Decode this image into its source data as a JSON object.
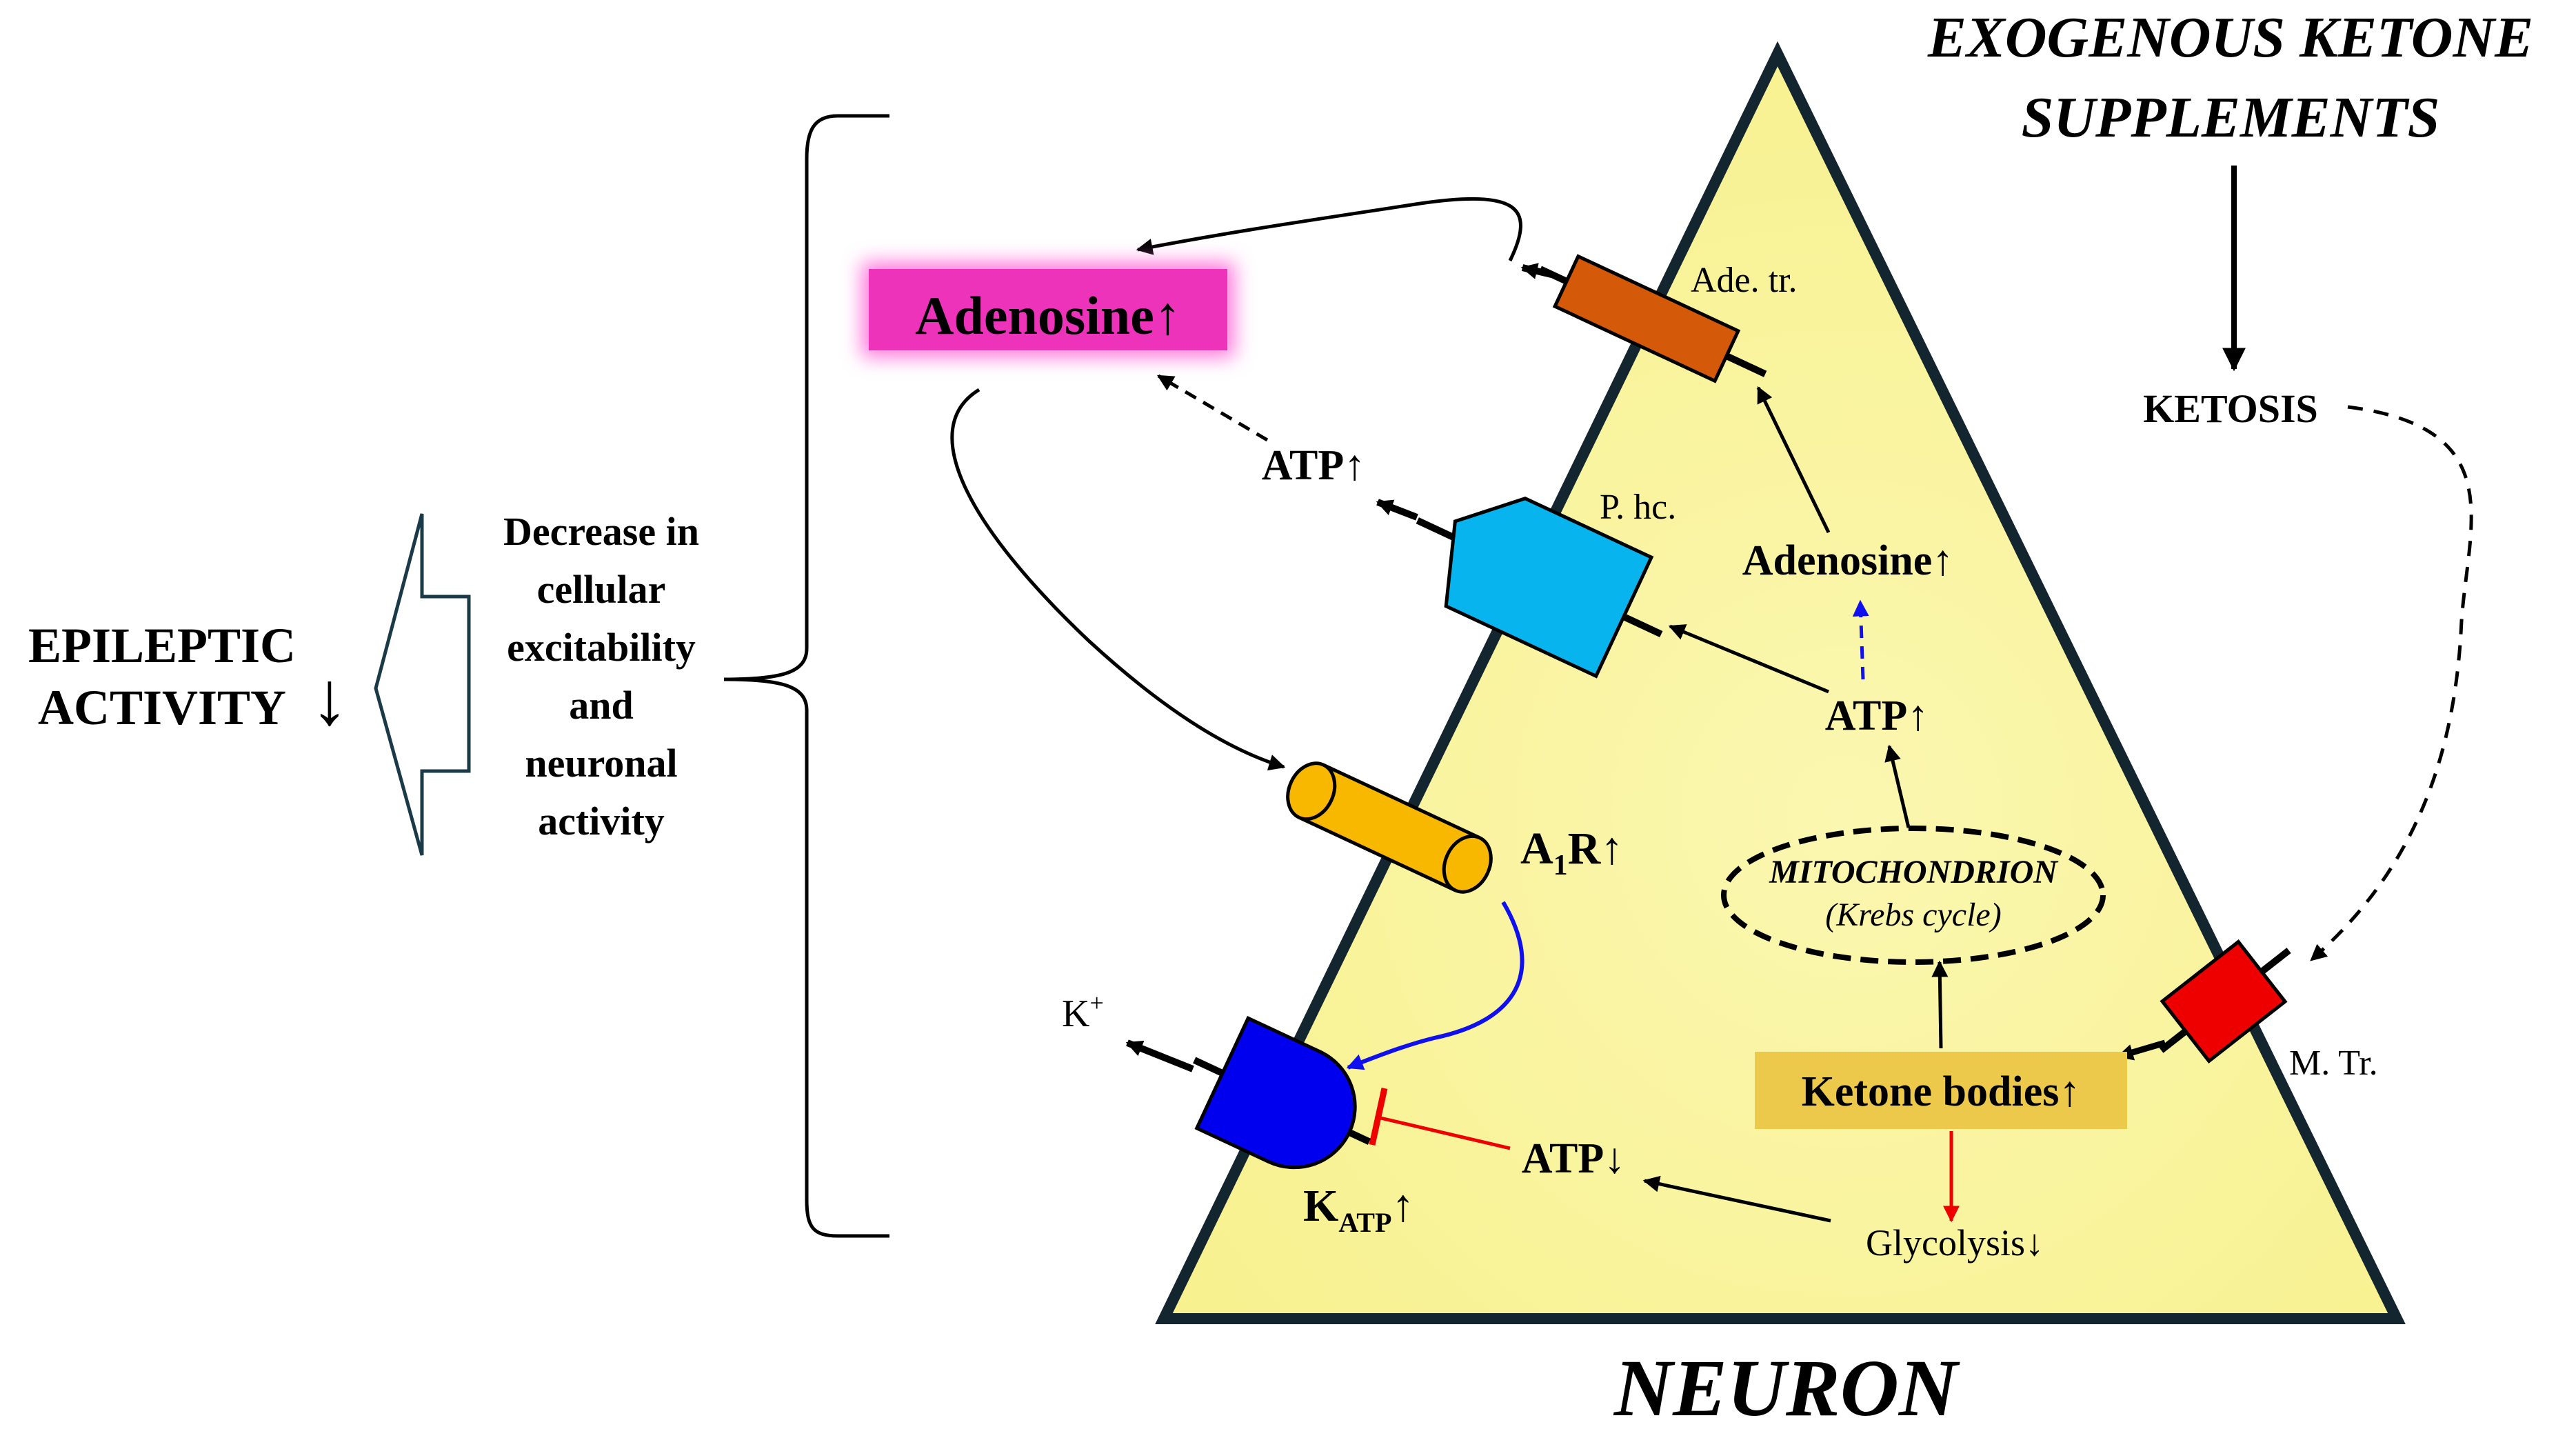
{
  "title": {
    "line1": "EXOGENOUS KETONE",
    "line2": "SUPPLEMENTS"
  },
  "neuron_label": "NEURON",
  "ketosis": "KETOSIS",
  "transporters": {
    "adenosine_transporter": "Ade. tr.",
    "pannexin_hemichannel": "P. hc.",
    "monocarboxylate_transporter": "M. Tr."
  },
  "inside": {
    "adenosine": "Adenosine↑",
    "atp_up": "ATP↑",
    "mito_title": "MITOCHONDRION",
    "mito_sub": "(Krebs cycle)",
    "ketone_bodies": "Ketone bodies↑",
    "glycolysis": "Glycolysis↓",
    "atp_down": "ATP↓"
  },
  "outside": {
    "adenosine": "Adenosine↑",
    "atp_up": "ATP↑",
    "a1r_base": "A",
    "a1r_sub": "1",
    "a1r_tail": "R↑",
    "katp_base": "K",
    "katp_sub": "ATP",
    "katp_tail": "↑",
    "k_ion_base": "K",
    "k_ion_sup": "+"
  },
  "effect": {
    "lines": [
      "Decrease in",
      "cellular",
      "excitability",
      "and",
      "neuronal",
      "activity"
    ]
  },
  "result": {
    "line1": "EPILEPTIC",
    "line2": "ACTIVITY",
    "arrow": "↓"
  },
  "colors": {
    "neuron_fill": "#faf5a0",
    "adenosine_box": "#ee33bb",
    "ketone_box": "#ecc94a",
    "adenosine_transporter": "#d45a0a",
    "pannexin": "#08b4ee",
    "a1_receptor": "#f8b800",
    "katp_channel": "#0000ee",
    "monocarboxylate_transporter": "#ee0000",
    "inhibition": "#ee0000",
    "blue_arrow": "#1010ee"
  }
}
